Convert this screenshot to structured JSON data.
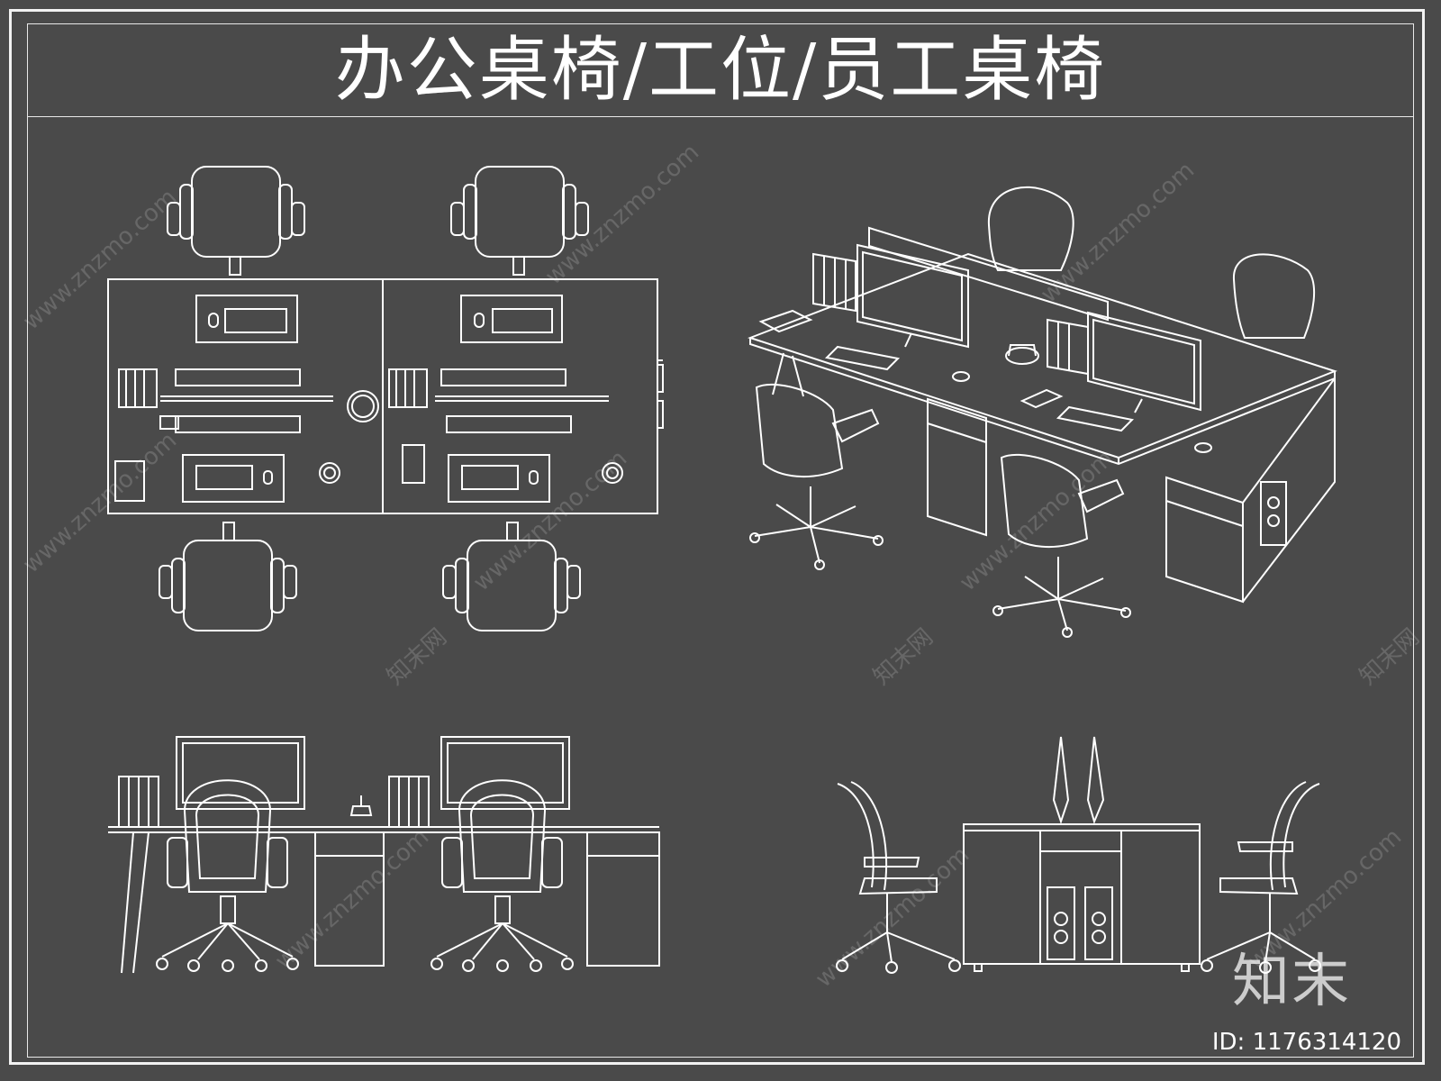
{
  "title": "办公桌椅/工位/员工桌椅",
  "watermark_text": "www.znzmo.com",
  "watermark_cn": "知末网",
  "brand_mark": "知末",
  "image_id": "ID: 1176314120",
  "colors": {
    "background": "#4a4a4a",
    "line": "#ffffff"
  },
  "views": [
    "top-plan",
    "isometric",
    "front-elevation",
    "side-elevation"
  ]
}
